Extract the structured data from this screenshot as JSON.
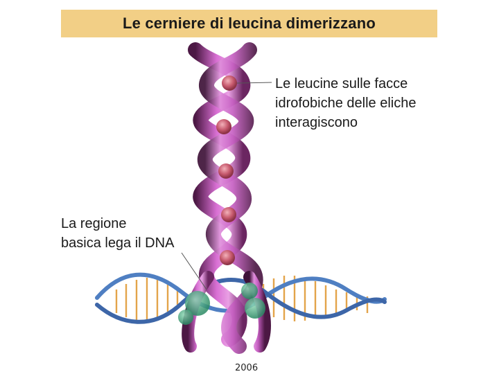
{
  "title": "Le cerniere di leucina dimerizzano",
  "labels": {
    "leucine_faces": [
      "Le leucine sulle facce",
      "idrofobiche delle eliche",
      "interagiscono"
    ],
    "basic_region": [
      "La regione",
      "basica lega il DNA"
    ]
  },
  "footer": {
    "year": "2006"
  },
  "colors": {
    "title_background": "#f2cf86",
    "helix_light": "#d56cd0",
    "helix_dark": "#5a1f4f",
    "leucine_sphere": "#c85a6e",
    "dna_backbone": "#4f7fc2",
    "dna_base": "#e3a44a",
    "dna_contact": "#3fa57e"
  }
}
